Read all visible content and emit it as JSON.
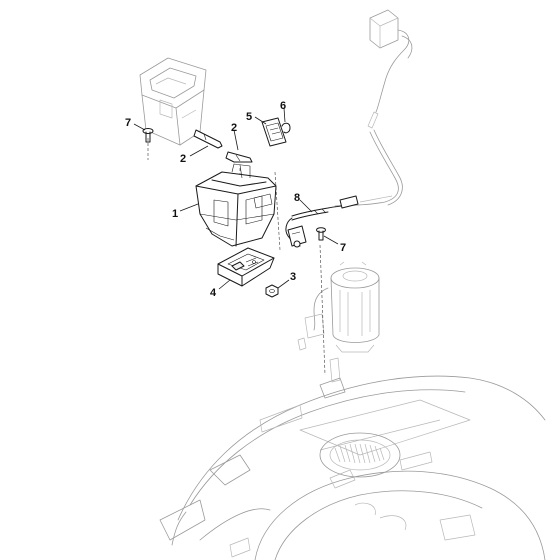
{
  "diagram": {
    "callouts": [
      {
        "id": "c7a",
        "label": "7"
      },
      {
        "id": "c2a",
        "label": "2"
      },
      {
        "id": "c2b",
        "label": "2"
      },
      {
        "id": "c5",
        "label": "5"
      },
      {
        "id": "c6",
        "label": "6"
      },
      {
        "id": "c1",
        "label": "1"
      },
      {
        "id": "c8",
        "label": "8"
      },
      {
        "id": "c7b",
        "label": "7"
      },
      {
        "id": "c3",
        "label": "3"
      },
      {
        "id": "c4",
        "label": "4"
      }
    ],
    "colors": {
      "ink": "#1a1a1a",
      "faint": "#9a9a9a",
      "background": "#ffffff"
    }
  }
}
